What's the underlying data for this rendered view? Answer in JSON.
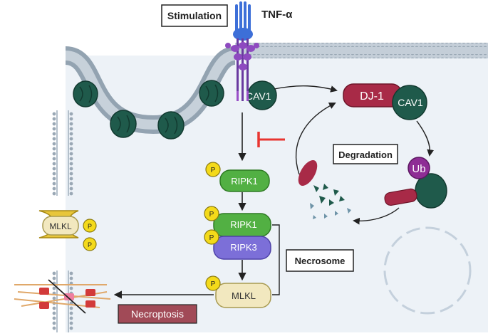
{
  "labels": {
    "stimulation": "Stimulation",
    "tnf": "TNF-α",
    "cav1_membrane": "CAV1",
    "dj1": "DJ-1",
    "cav1_complex": "CAV1",
    "degradation": "Degradation",
    "ub": "Ub",
    "ripk1_top": "RIPK1",
    "ripk1_mid": "RIPK1",
    "ripk3": "RIPK3",
    "mlkl_center": "MLKL",
    "mlkl_pore": "MLKL",
    "necrosome": "Necrosome",
    "necroptosis": "Necroptosis",
    "phospho": "P"
  },
  "colors": {
    "membrane_fill": "#a9b7c3",
    "membrane_head": "#8f9eab",
    "cell_bg": "#edf2f7",
    "cav1_protein": "#1f5a4b",
    "tnf_receptor": "#3d6fd8",
    "tnf_stem": "#6a3aa0",
    "dj1": "#a82a47",
    "ub": "#8e2d95",
    "ripk1": "#52b043",
    "ripk3": "#7c6fd8",
    "mlkl": "#f2e8bf",
    "phospho": "#f4da1a",
    "inhibit": "#e83530",
    "necroptosis_box": "#a14a57"
  }
}
